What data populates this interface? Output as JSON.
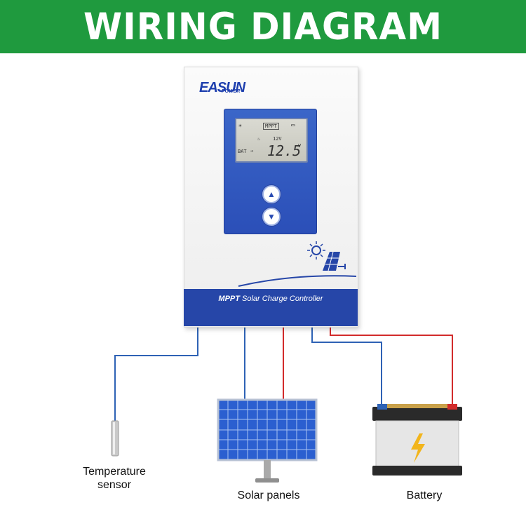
{
  "header": {
    "title": "WIRING DIAGRAM",
    "bg_color": "#1f9a3e"
  },
  "controller": {
    "brand": "EASUN",
    "brand_sub": "POWER",
    "band_title_bold": "MPPT",
    "band_title_rest": " Solar Charge Controller",
    "lcd": {
      "mode": "MPPT",
      "voltage_label": "12V",
      "reading": "12.5",
      "unit": "V",
      "bat_label": "BAT"
    },
    "buttons": {
      "up": "▲",
      "down": "▼"
    }
  },
  "components": {
    "temperature_sensor": "Temperature\nsensor",
    "solar_panels": "Solar panels",
    "battery": "Battery"
  },
  "colors": {
    "wire_positive": "#d22b2b",
    "wire_negative": "#2e62b5",
    "brand_blue": "#2646a8"
  }
}
